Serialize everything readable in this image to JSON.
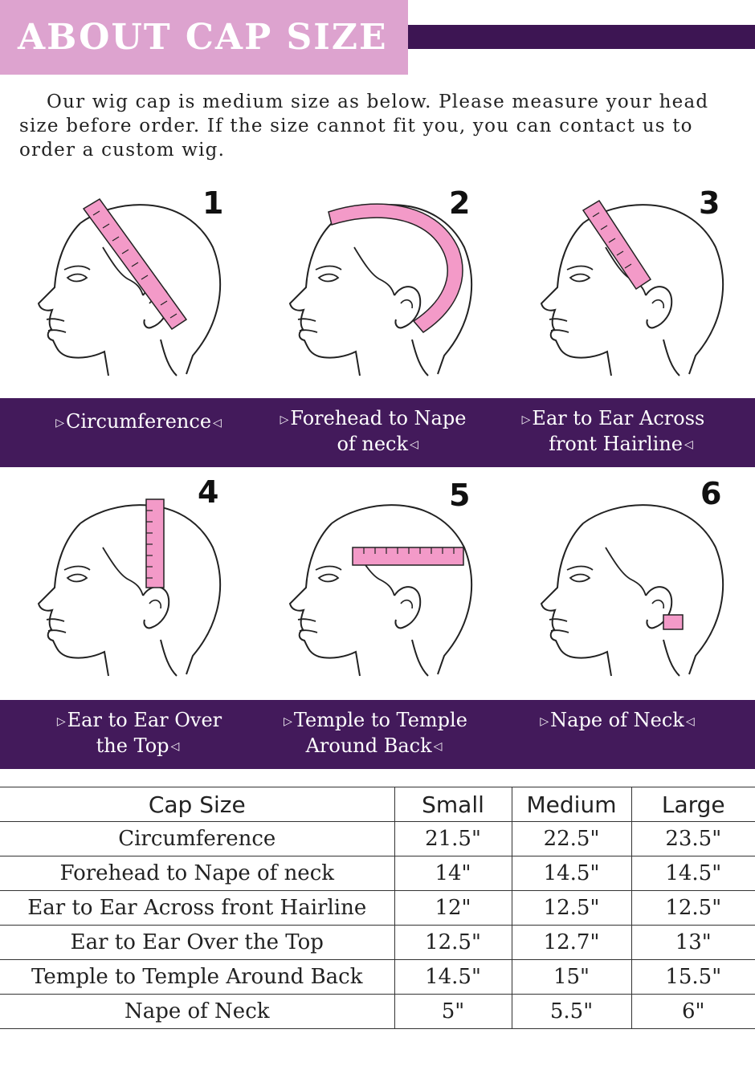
{
  "header": {
    "title": "ABOUT CAP SIZE"
  },
  "intro": {
    "text": "Our wig cap is medium size as below. Please measure your head size before order. If the size cannot fit you, you can contact us to order a custom wig."
  },
  "colors": {
    "pink": "#dda3cf",
    "purple": "#431a5b",
    "tape": "#f39ac8"
  },
  "diagrams": [
    {
      "number": "1",
      "label_line1": "Circumference",
      "label_line2": "",
      "marker": "circle-arrow-icon"
    },
    {
      "number": "2",
      "label_line1": "Forehead to Nape",
      "label_line2": "of neck"
    },
    {
      "number": "3",
      "label_line1": "Ear to Ear Across",
      "label_line2": "front Hairline"
    },
    {
      "number": "4",
      "label_line1": "Ear to Ear Over",
      "label_line2": "the Top"
    },
    {
      "number": "5",
      "label_line1": "Temple to Temple",
      "label_line2": "Around Back"
    },
    {
      "number": "6",
      "label_line1": "Nape of Neck",
      "label_line2": ""
    }
  ],
  "table": {
    "headers": [
      "Cap Size",
      "Small",
      "Medium",
      "Large"
    ],
    "rows": [
      [
        "Circumference",
        "21.5\"",
        "22.5\"",
        "23.5\""
      ],
      [
        "Forehead to Nape of neck",
        "14\"",
        "14.5\"",
        "14.5\""
      ],
      [
        "Ear to Ear Across front Hairline",
        "12\"",
        "12.5\"",
        "12.5\""
      ],
      [
        "Ear to Ear Over the Top",
        "12.5\"",
        "12.7\"",
        "13\""
      ],
      [
        "Temple to Temple Around Back",
        "14.5\"",
        "15\"",
        "15.5\""
      ],
      [
        "Nape of Neck",
        "5\"",
        "5.5\"",
        "6\""
      ]
    ]
  }
}
